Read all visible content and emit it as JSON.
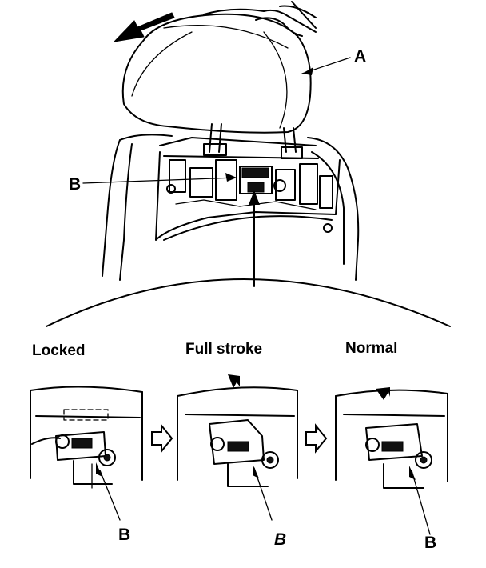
{
  "callouts": {
    "headrest": "A",
    "latch_main": "B",
    "latch_locked": "B",
    "latch_full_stroke": "B",
    "latch_normal": "B"
  },
  "stages": [
    {
      "title": "Locked"
    },
    {
      "title": "Full stroke"
    },
    {
      "title": "Normal"
    }
  ]
}
